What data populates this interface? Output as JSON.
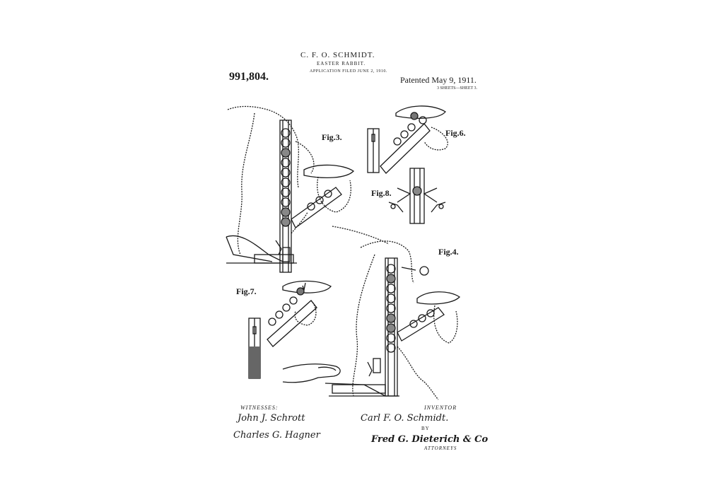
{
  "header": {
    "inventor": "C. F. O. SCHMIDT.",
    "invention": "EASTER RABBIT.",
    "application_filed": "APPLICATION FILED JUNE 2, 1910.",
    "patent_number": "991,804.",
    "patented": "Patented May 9, 1911.",
    "sheets": "3 SHEETS—SHEET 3."
  },
  "figures": {
    "fig3": "Fig.3.",
    "fig4": "Fig.4.",
    "fig6": "Fig.6.",
    "fig7": "Fig.7.",
    "fig8": "Fig.8."
  },
  "footer": {
    "witnesses_label": "WITNESSES:",
    "witness_1": "John J. Schrott",
    "witness_2": "Charles G. Hagner",
    "inventor_label": "INVENTOR",
    "inventor_signature": "Carl F. O. Schmidt.",
    "by_label": "BY",
    "attorney_signature": "Fred G. Dieterich & Co",
    "attorneys_label": "ATTORNEYS"
  }
}
